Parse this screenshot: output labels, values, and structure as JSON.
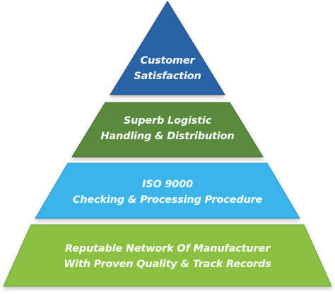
{
  "pyramid": {
    "tiers": [
      {
        "line1": "Customer",
        "line2": "Satisfaction",
        "color": "#2c63a5",
        "shade": "#1f4d86"
      },
      {
        "line1": "Superb Logistic",
        "line2": "Handling & Distribution",
        "color": "#5a8a3d",
        "shade": "#446d2c"
      },
      {
        "line1": "ISO 9000",
        "line2": "Checking & Processing Procedure",
        "color": "#3bb4ea",
        "shade": "#2a93c4"
      },
      {
        "line1": "Reputable Network Of Manufacturer",
        "line2": "With Proven Quality & Track Records",
        "color": "#8cc043",
        "shade": "#6fa02f"
      }
    ]
  }
}
